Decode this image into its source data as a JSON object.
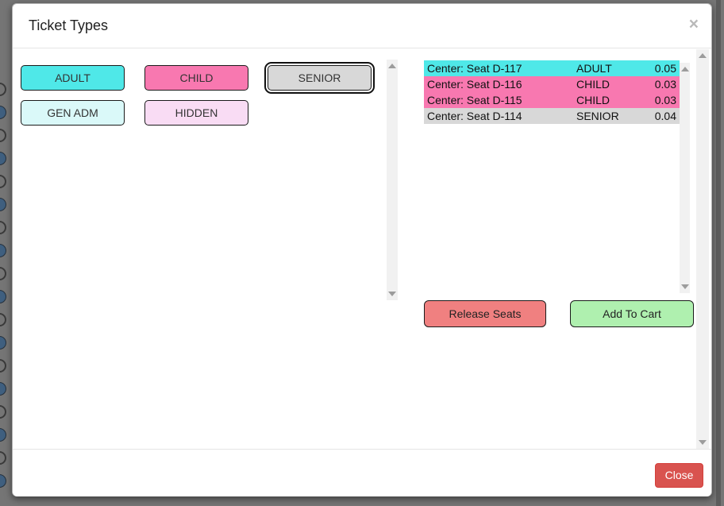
{
  "modal": {
    "title": "Ticket Types",
    "close_icon": "×"
  },
  "ticket_types": {
    "buttons": [
      {
        "label": "ADULT",
        "bg": "#4fe8e8",
        "selected": false
      },
      {
        "label": "CHILD",
        "bg": "#f878b0",
        "selected": false
      },
      {
        "label": "SENIOR",
        "bg": "#d8d8d8",
        "selected": true
      },
      {
        "label": "GEN ADM",
        "bg": "#daf9f9",
        "selected": false
      },
      {
        "label": "HIDDEN",
        "bg": "#f9dcf4",
        "selected": false
      }
    ]
  },
  "seat_list": {
    "rows": [
      {
        "seat": "Center: Seat D-117",
        "type": "ADULT",
        "price": "0.05",
        "bg": "#4fe8e8"
      },
      {
        "seat": "Center: Seat D-116",
        "type": "CHILD",
        "price": "0.03",
        "bg": "#f878b0"
      },
      {
        "seat": "Center: Seat D-115",
        "type": "CHILD",
        "price": "0.03",
        "bg": "#f878b0"
      },
      {
        "seat": "Center: Seat D-114",
        "type": "SENIOR",
        "price": "0.04",
        "bg": "#d8d8d8"
      }
    ]
  },
  "cart_actions": {
    "release_seats": {
      "label": "Release Seats",
      "bg": "#f08080"
    },
    "add_to_cart": {
      "label": "Add To Cart",
      "bg": "#aff0af"
    }
  },
  "footer": {
    "close_button": {
      "label": "Close",
      "bg": "#d9534f"
    }
  },
  "colors": {
    "backdrop": "#757575",
    "modal_bg": "#ffffff"
  }
}
